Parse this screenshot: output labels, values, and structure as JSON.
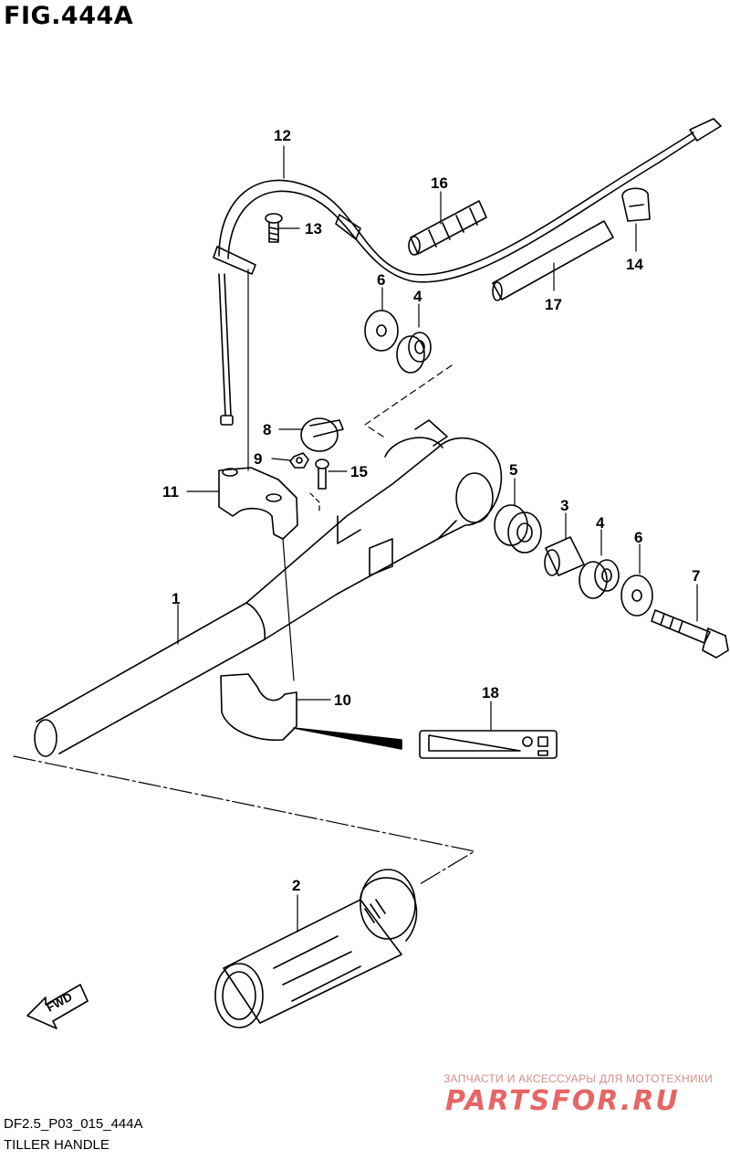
{
  "figure": {
    "title": "FIG.444A",
    "code": "DF2.5_P03_015_444A",
    "name": "TILLER HANDLE"
  },
  "callouts": [
    {
      "id": "c1",
      "label": "1"
    },
    {
      "id": "c2",
      "label": "2"
    },
    {
      "id": "c3",
      "label": "3"
    },
    {
      "id": "c4a",
      "label": "4"
    },
    {
      "id": "c4b",
      "label": "4"
    },
    {
      "id": "c5",
      "label": "5"
    },
    {
      "id": "c6a",
      "label": "6"
    },
    {
      "id": "c6b",
      "label": "6"
    },
    {
      "id": "c7",
      "label": "7"
    },
    {
      "id": "c8",
      "label": "8"
    },
    {
      "id": "c9",
      "label": "9"
    },
    {
      "id": "c10",
      "label": "10"
    },
    {
      "id": "c11",
      "label": "11"
    },
    {
      "id": "c12",
      "label": "12"
    },
    {
      "id": "c13",
      "label": "13"
    },
    {
      "id": "c14",
      "label": "14"
    },
    {
      "id": "c15",
      "label": "15"
    },
    {
      "id": "c16",
      "label": "16"
    },
    {
      "id": "c17",
      "label": "17"
    },
    {
      "id": "c18",
      "label": "18"
    }
  ],
  "direction_arrow": {
    "label": "FWD",
    "icon": "fwd-arrow-icon"
  },
  "watermark": {
    "tagline": "ЗАПЧАСТИ И АКСЕССУАРЫ ДЛЯ МОТОТЕХНИКИ",
    "logo_text": "PARTSFOR.RU"
  }
}
